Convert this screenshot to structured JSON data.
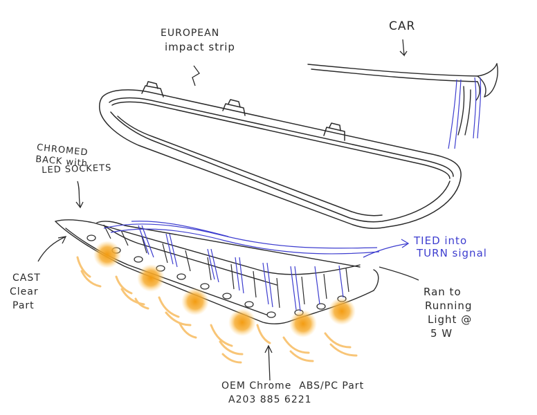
{
  "labels": {
    "car": "CAR",
    "impact_strip_1": "EUROPEAN",
    "impact_strip_2": "impact strip",
    "chromed_1": "CHROMED",
    "chromed_2": "BACK with",
    "chromed_3": "LED SOCKETS",
    "cast_1": "CAST",
    "cast_2": "Clear",
    "cast_3": "Part",
    "tied_1": "TIED into",
    "tied_2": "TURN signal",
    "ran_1": "Ran to",
    "ran_2": "Running",
    "ran_3": "Light @",
    "ran_4": "5 W",
    "oem_1": "OEM Chrome  ABS/PC Part",
    "oem_2": "A203 885 6221"
  },
  "colors": {
    "ink": "#2a2a2a",
    "wire_blue": "#3d3dcf",
    "led_glow": "#f4a21c"
  }
}
